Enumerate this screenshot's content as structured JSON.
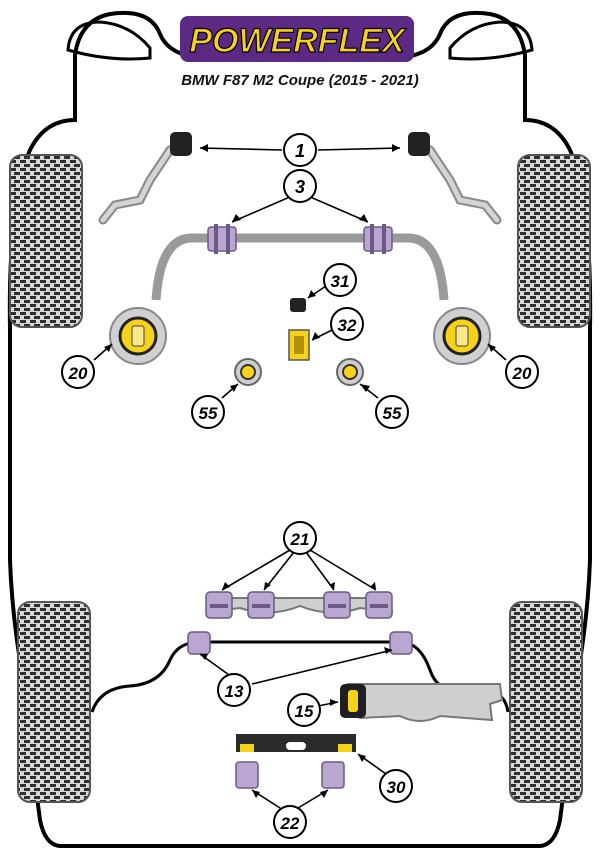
{
  "header": {
    "brand": "POWERFLEX",
    "vehicle": "BMW F87 M2 Coupe (2015 - 2021)"
  },
  "callouts": [
    {
      "id": "c1",
      "label": "1"
    },
    {
      "id": "c3",
      "label": "3"
    },
    {
      "id": "c31",
      "label": "31"
    },
    {
      "id": "c32",
      "label": "32"
    },
    {
      "id": "c20l",
      "label": "20"
    },
    {
      "id": "c20r",
      "label": "20"
    },
    {
      "id": "c55l",
      "label": "55"
    },
    {
      "id": "c55r",
      "label": "55"
    },
    {
      "id": "c21",
      "label": "21"
    },
    {
      "id": "c13",
      "label": "13"
    },
    {
      "id": "c15",
      "label": "15"
    },
    {
      "id": "c30",
      "label": "30"
    },
    {
      "id": "c22",
      "label": "22"
    }
  ],
  "colors": {
    "brand_yellow": "#f7d21a",
    "bush_purple": "#b9a7d2",
    "tyre_dark": "#2b2b2b",
    "tyre_light": "#c4c4c4",
    "arm_grey": "#c9c9c9",
    "bar_grey": "#9a9a9a"
  }
}
